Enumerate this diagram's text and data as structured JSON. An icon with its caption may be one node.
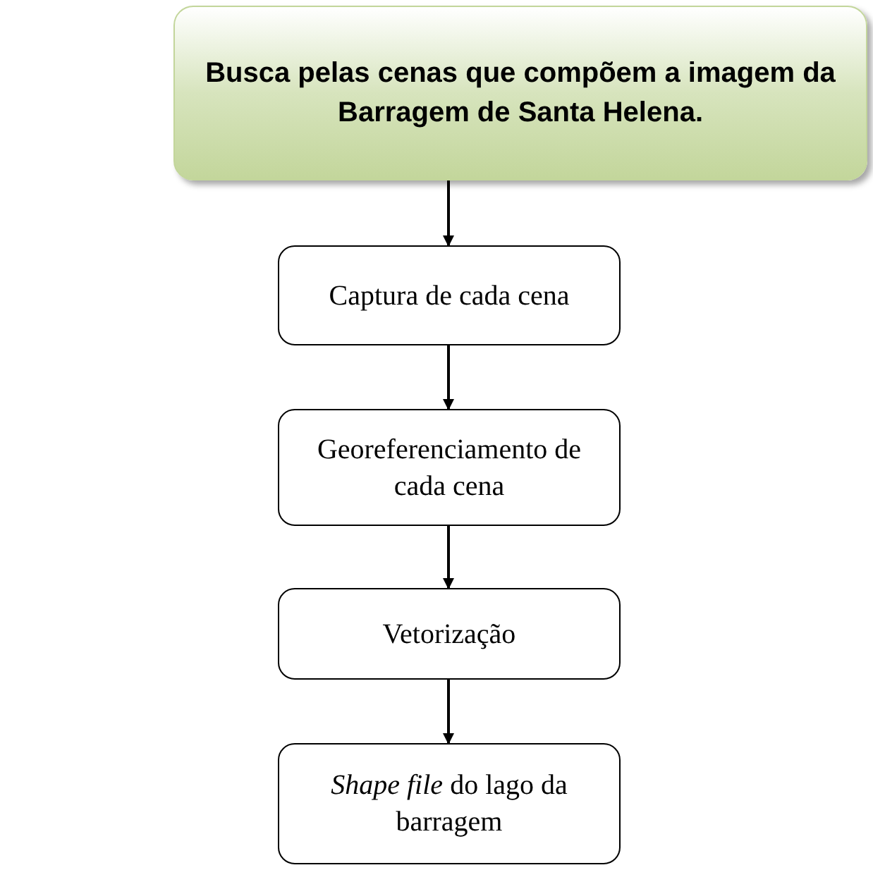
{
  "diagram": {
    "nodes": [
      {
        "text": [
          "Busca pelas cenas que compõem a imagem da Barragem de Santa Helena."
        ]
      },
      {
        "text": [
          "Captura de cada cena"
        ]
      },
      {
        "text": [
          "Georeferenciamento de cada cena"
        ]
      },
      {
        "text": [
          "Vetorização"
        ]
      },
      {
        "text": [
          "*Shape file* do lago da barragem"
        ]
      }
    ],
    "edges": [
      {
        "from": 0,
        "to": 1,
        "arrow": "to"
      },
      {
        "from": 1,
        "to": 2,
        "arrow": "to"
      },
      {
        "from": 2,
        "to": 3,
        "arrow": "to"
      },
      {
        "from": 3,
        "to": 4,
        "arrow": "to"
      }
    ]
  }
}
